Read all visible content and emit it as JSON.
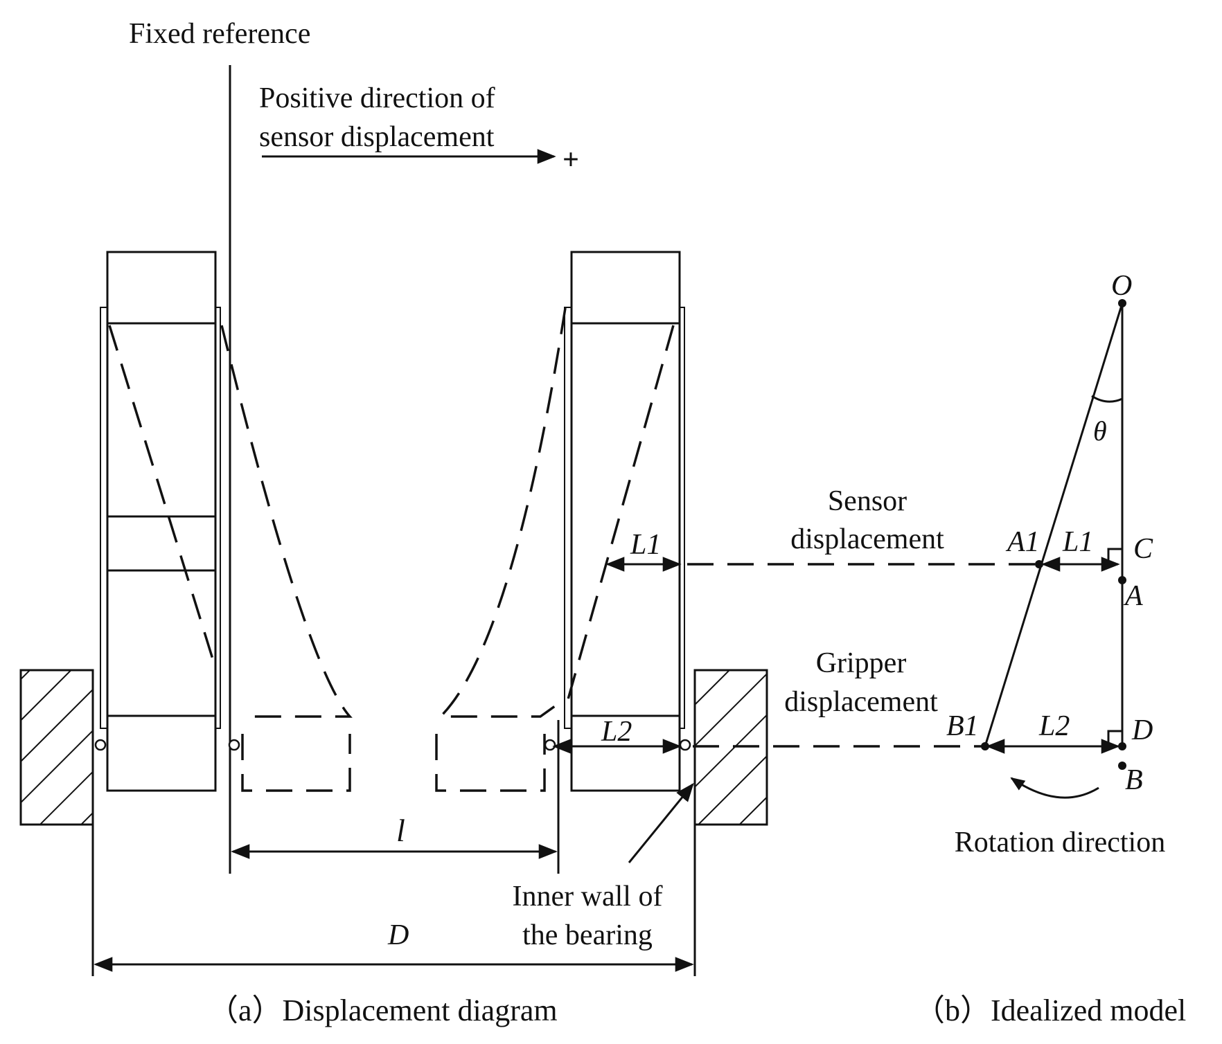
{
  "labels": {
    "fixed_reference": "Fixed reference",
    "positive_direction_line1": "Positive direction of",
    "positive_direction_line2": "sensor displacement",
    "plus_sign": "+",
    "sensor_disp_line1": "Sensor",
    "sensor_disp_line2": "displacement",
    "gripper_disp_line1": "Gripper",
    "gripper_disp_line2": "displacement",
    "inner_wall_line1": "Inner wall of",
    "inner_wall_line2": "the bearing",
    "rotation_direction": "Rotation direction",
    "caption_a": "（a）Displacement diagram",
    "caption_b": "（b）Idealized model"
  },
  "symbols": {
    "L1_left": "L1",
    "L2_left": "L2",
    "l": "l",
    "D": "D",
    "O": "O",
    "theta": "θ",
    "A1": "A1",
    "L1_right": "L1",
    "C": "C",
    "A": "A",
    "B1": "B1",
    "L2_right": "L2",
    "D_point": "D",
    "B": "B"
  }
}
